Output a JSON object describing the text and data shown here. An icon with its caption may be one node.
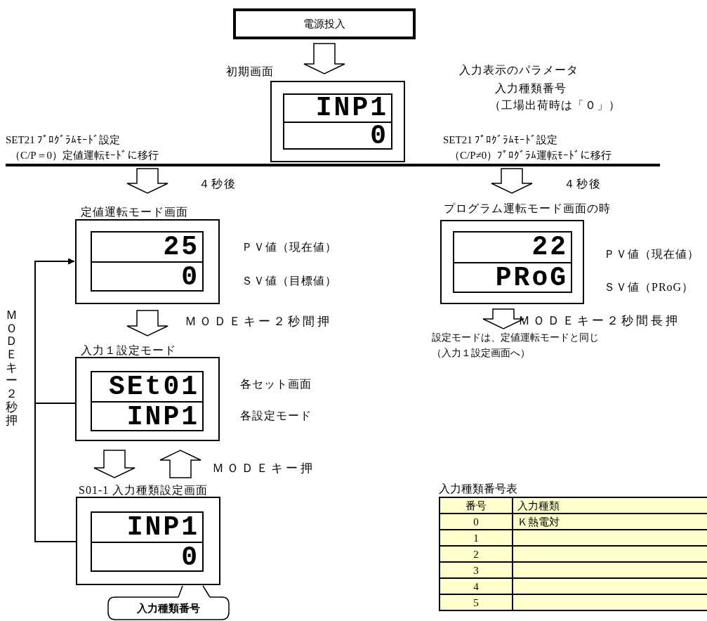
{
  "diagram": {
    "nodes": [
      {
        "text": [
          "電源投入"
        ]
      },
      {
        "text": [
          "INP1",
          "0"
        ],
        "beside": [
          "初期画面",
          "入力表示のパラメータ",
          "入力種類番号",
          "（工場出荷時は「０」）"
        ]
      },
      {
        "text": [],
        "shape": "bar",
        "beside": [
          "SET21 ﾌﾟﾛｸﾞﾗﾑﾓｰﾄﾞ設定",
          "（C/P＝0）定値運転ﾓｰﾄﾞに移行",
          "SET21 ﾌﾟﾛｸﾞﾗﾑﾓｰﾄﾞ設定",
          "（C/P≠0）ﾌﾟﾛｸﾞﾗﾑ運転ﾓｰﾄﾞに移行"
        ]
      },
      {
        "text": [
          "25",
          "0"
        ],
        "beside": [
          "定値運転モード画面",
          "ＰＶ値（現在値）",
          "ＳＶ値（目標値）"
        ]
      },
      {
        "text": [
          "22",
          "PRoG"
        ],
        "beside": [
          "プログラム運転モード画面の時",
          "ＰＶ値（現在値）",
          "ＳＶ値（PRoG）"
        ]
      },
      {
        "text": [
          "SEt01",
          "INP1"
        ],
        "beside": [
          "入力１設定モード",
          "各セット画面",
          "各設定モード"
        ]
      },
      {
        "text": [
          "設定モードは、定値運転モードと同じ（入力１設定画面へ）"
        ]
      },
      {
        "text": [
          "INP1",
          "0"
        ],
        "beside": [
          "S01-1 入力種類設定画面"
        ]
      },
      {
        "text": [
          "入力種類番号"
        ]
      }
    ],
    "edges": [
      {
        "from": 0,
        "to": 1,
        "arrow": "to",
        "style": "thick"
      },
      {
        "from": 2,
        "to": 3,
        "arrow": "to",
        "style": "thick",
        "label": "４秒後"
      },
      {
        "from": 2,
        "to": 4,
        "arrow": "to",
        "style": "thick",
        "label": "４秒後"
      },
      {
        "from": 3,
        "to": 5,
        "arrow": "to",
        "style": "thick",
        "label": "ＭＯＤＥキー２秒間押"
      },
      {
        "from": 4,
        "to": 6,
        "arrow": "to",
        "style": "thick",
        "label": "ＭＯＤＥキー２秒間長押"
      },
      {
        "from": 5,
        "to": 7,
        "arrow": "to",
        "style": "thick"
      },
      {
        "from": 7,
        "to": 5,
        "arrow": "to",
        "style": "thick",
        "label": "ＭＯＤＥキー押"
      },
      {
        "from": 7,
        "to": 3,
        "arrow": "to",
        "label": "ＭＯＤＥキー２秒押"
      },
      {
        "from": 5,
        "to": 3,
        "arrow": "to"
      }
    ],
    "labels": [
      "入力種類番号表",
      "番号",
      "入力種類",
      "0",
      "Ｋ熱電対",
      "1",
      "2",
      "3",
      "4",
      "5"
    ]
  }
}
